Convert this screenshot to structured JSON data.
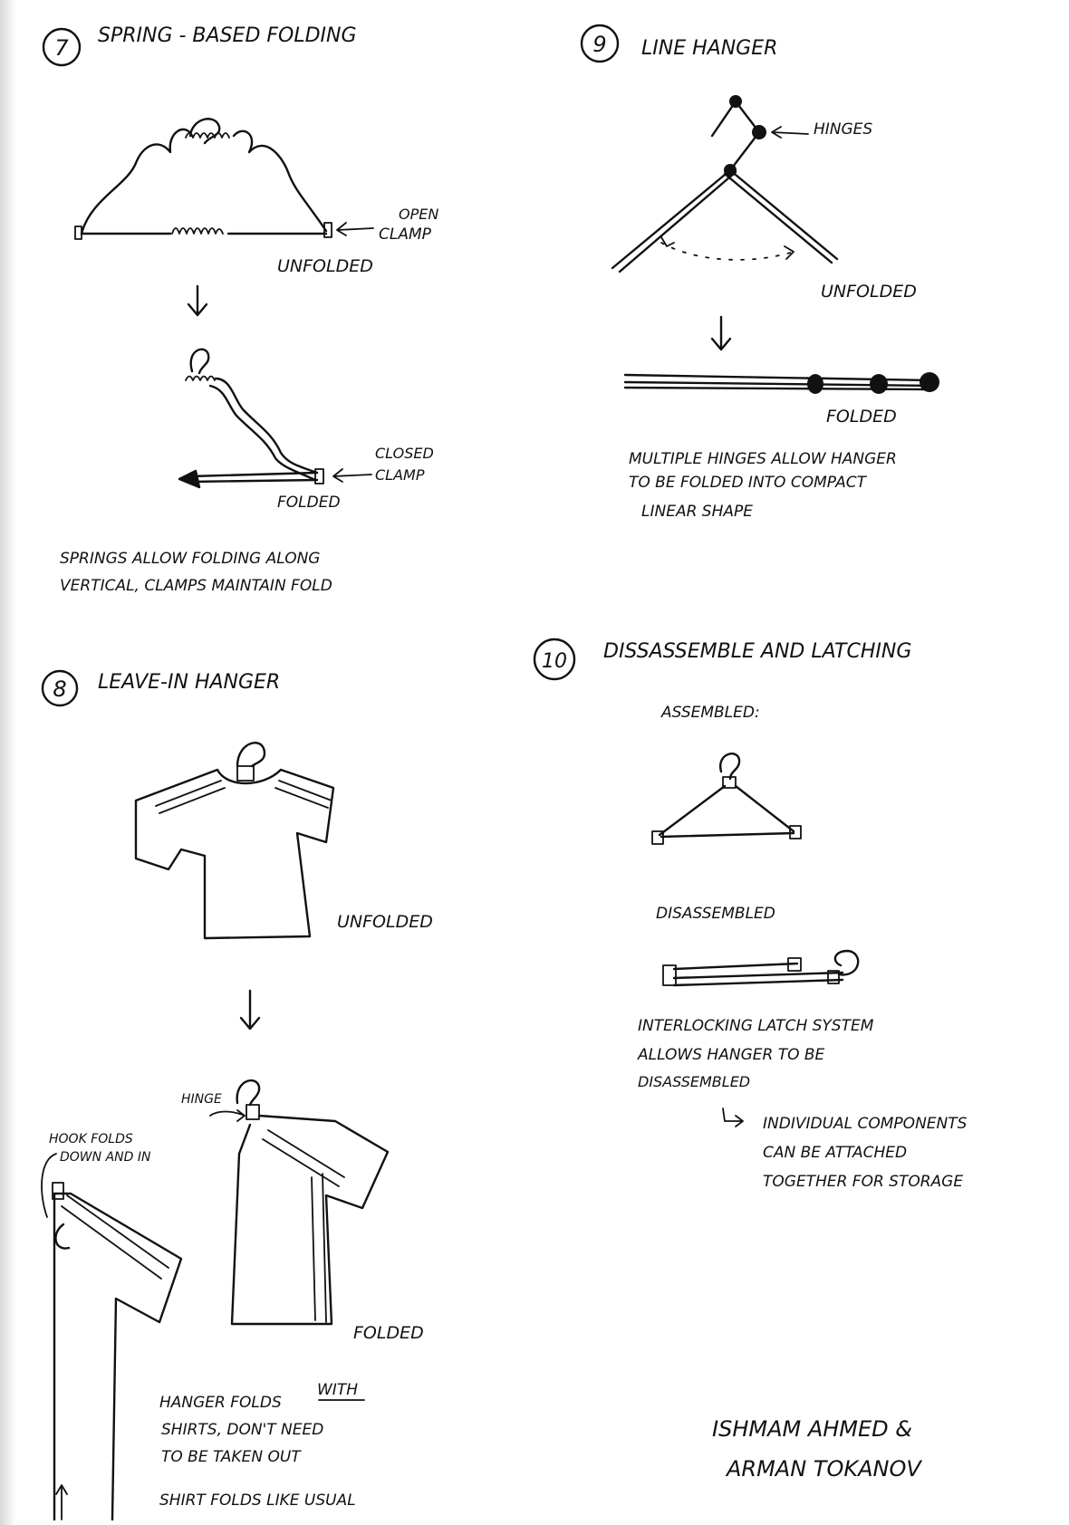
{
  "sections": [
    {
      "number": "7",
      "title": "SPRING - BASED FOLDING",
      "labels": {
        "open": "OPEN",
        "clamp_open": "CLAMP",
        "unfolded": "UNFOLDED",
        "closed": "CLOSED",
        "clamp_closed": "CLAMP",
        "folded": "FOLDED"
      },
      "notes": [
        "SPRINGS ALLOW FOLDING ALONG",
        "VERTICAL, CLAMPS MAINTAIN FOLD"
      ]
    },
    {
      "number": "8",
      "title": "LEAVE-IN HANGER",
      "labels": {
        "unfolded": "UNFOLDED",
        "hinge": "HINGE",
        "hook_folds_1": "HOOK FOLDS",
        "hook_folds_2": "DOWN AND IN",
        "folded": "FOLDED"
      },
      "notes": [
        "HANGER FOLDS",
        "WITH",
        "SHIRTS, DON'T NEED",
        "TO BE TAKEN OUT",
        "SHIRT FOLDS LIKE USUAL"
      ]
    },
    {
      "number": "9",
      "title": "LINE HANGER",
      "labels": {
        "hinges": "HINGES",
        "unfolded": "UNFOLDED",
        "folded": "FOLDED"
      },
      "notes": [
        "MULTIPLE HINGES ALLOW HANGER",
        "TO BE FOLDED INTO COMPACT",
        "LINEAR SHAPE"
      ]
    },
    {
      "number": "10",
      "title": "DISSASSEMBLE AND LATCHING",
      "labels": {
        "assembled": "ASSEMBLED:",
        "disassembled": "DISASSEMBLED"
      },
      "notes": [
        "INTERLOCKING LATCH SYSTEM",
        "ALLOWS HANGER TO BE",
        "DISASSEMBLED"
      ],
      "subnotes": [
        "INDIVIDUAL COMPONENTS",
        "CAN BE ATTACHED",
        "TOGETHER FOR STORAGE"
      ]
    }
  ],
  "signature": [
    "ISHMAM AHMED &",
    "ARMAN TOKANOV"
  ]
}
